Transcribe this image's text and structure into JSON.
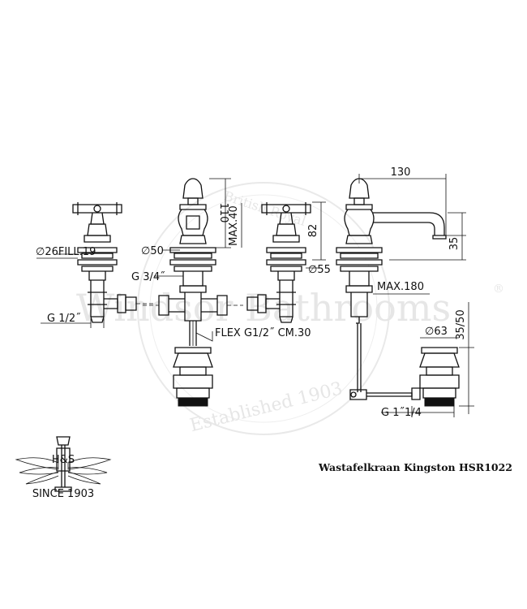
{
  "watermark": {
    "top_text": "British Royal",
    "main_text": "Windsor Bathrooms",
    "registered": "®",
    "bottom_text": "Established 1903"
  },
  "dimensions": {
    "tap_connection_diameter": "∅26FILL.19",
    "tap_inlet_thread": "G 1/2˝",
    "spout_base_diameter": "∅50",
    "spout_thread": "G 3/4˝",
    "spout_height": "110",
    "spout_max": "MAX.40",
    "flex_hose": "FLEX  G1/2˝  CM.30",
    "tap_height": "82",
    "tap_base_diameter": "∅55",
    "spout_projection": "130",
    "spout_outlet_height": "35",
    "rod_max": "MAX.180",
    "waste_diameter": "∅63",
    "waste_height": "35/50",
    "waste_thread": "G 1˝1/4"
  },
  "logo": {
    "monogram": "H&S",
    "caption": "SINCE 1903"
  },
  "product_title": "Wastafelkraan Kingston HSR1022"
}
